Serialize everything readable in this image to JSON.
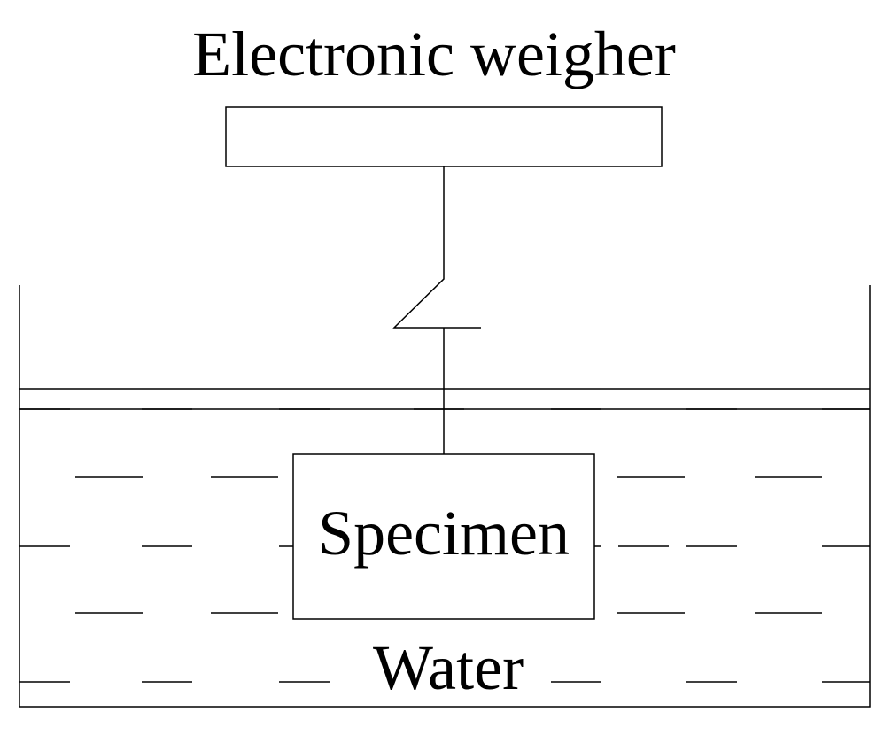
{
  "labels": {
    "weigher": "Electronic weigher",
    "specimen": "Specimen",
    "water": "Water"
  },
  "colors": {
    "line": "#000000",
    "background": "#ffffff"
  }
}
